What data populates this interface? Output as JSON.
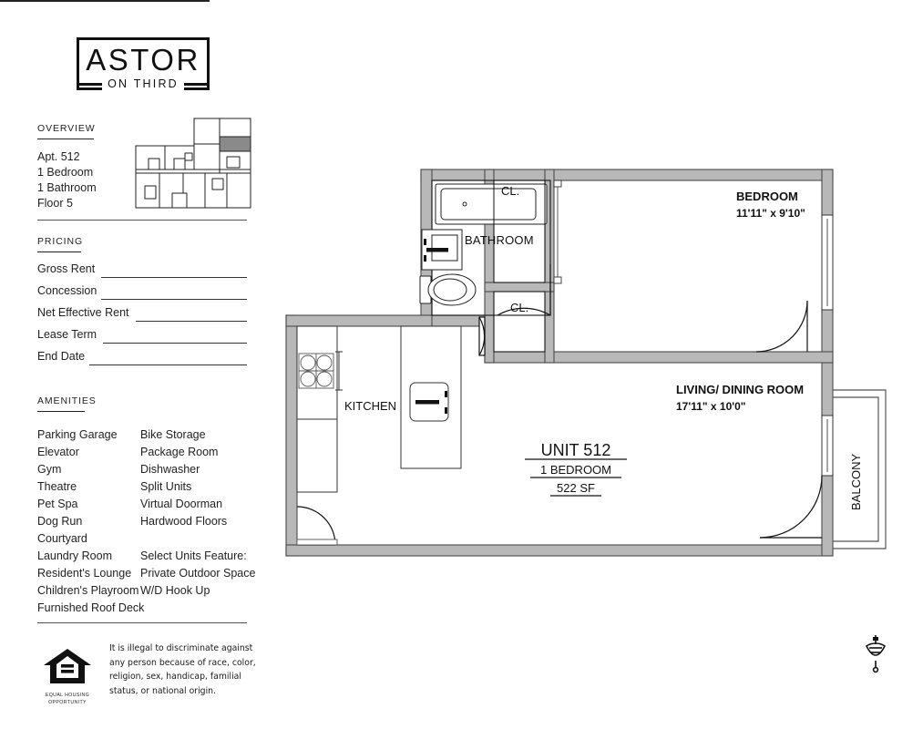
{
  "brand": {
    "name": "ASTOR",
    "tagline": "ON THIRD"
  },
  "overview": {
    "heading": "OVERVIEW",
    "lines": [
      "Apt. 512",
      "1 Bedroom",
      "1 Bathroom",
      "Floor 5"
    ]
  },
  "pricing": {
    "heading": "PRICING",
    "rows": [
      {
        "label": "Gross Rent",
        "value": ""
      },
      {
        "label": "Concession",
        "value": ""
      },
      {
        "label": "Net Effective Rent",
        "value": ""
      },
      {
        "label": "Lease Term",
        "value": ""
      },
      {
        "label": "End Date",
        "value": ""
      }
    ]
  },
  "amenities": {
    "heading": "AMENITIES",
    "left": [
      "Parking Garage",
      "Elevator",
      "Gym",
      "Theatre",
      "Pet Spa",
      "Dog Run",
      "Courtyard",
      "Laundry Room",
      "Resident's Lounge",
      "Children's Playroom",
      "Furnished Roof Deck"
    ],
    "right": [
      "Bike Storage",
      "Package Room",
      "Dishwasher",
      "Split Units",
      "Virtual Doorman",
      "Hardwood Floors",
      "",
      "Select Units Feature:",
      "Private Outdoor Space",
      "W/D Hook Up",
      ""
    ]
  },
  "footer": {
    "eho_caption_line1": "EQUAL HOUSING",
    "eho_caption_line2": "OPPORTUNITY",
    "legal": "It is illegal to discriminate against any person because of race, color, religion, sex, handicap, familial status, or national origin."
  },
  "plan": {
    "unit_name": "UNIT 512",
    "unit_type": "1 BEDROOM",
    "unit_sf": "522 SF",
    "rooms": [
      {
        "label": "BATHROOM",
        "dim": ""
      },
      {
        "label": "CL.",
        "dim": ""
      },
      {
        "label": "CL.",
        "dim": ""
      },
      {
        "label": "BEDROOM",
        "dim": "11'11\" x 9'10\""
      },
      {
        "label": "KITCHEN",
        "dim": ""
      },
      {
        "label": "LIVING/ DINING ROOM",
        "dim": "17'11\" x 10'0\""
      },
      {
        "label": "BALCONY",
        "dim": ""
      }
    ],
    "bathroom_label": "BATHROOM",
    "closet_label_1": "CL.",
    "closet_label_2": "CL.",
    "bedroom_label": "BEDROOM",
    "bedroom_dim": "11'11\" x 9'10\"",
    "kitchen_label": "KITCHEN",
    "living_label": "LIVING/ DINING ROOM",
    "living_dim": "17'11\" x 10'0\"",
    "balcony_label": "BALCONY"
  },
  "colors": {
    "wall": "#b8b8b8",
    "wall_outline": "#4a4a4a",
    "ink": "#111111",
    "keyplan_highlight": "#8a8a8a"
  }
}
